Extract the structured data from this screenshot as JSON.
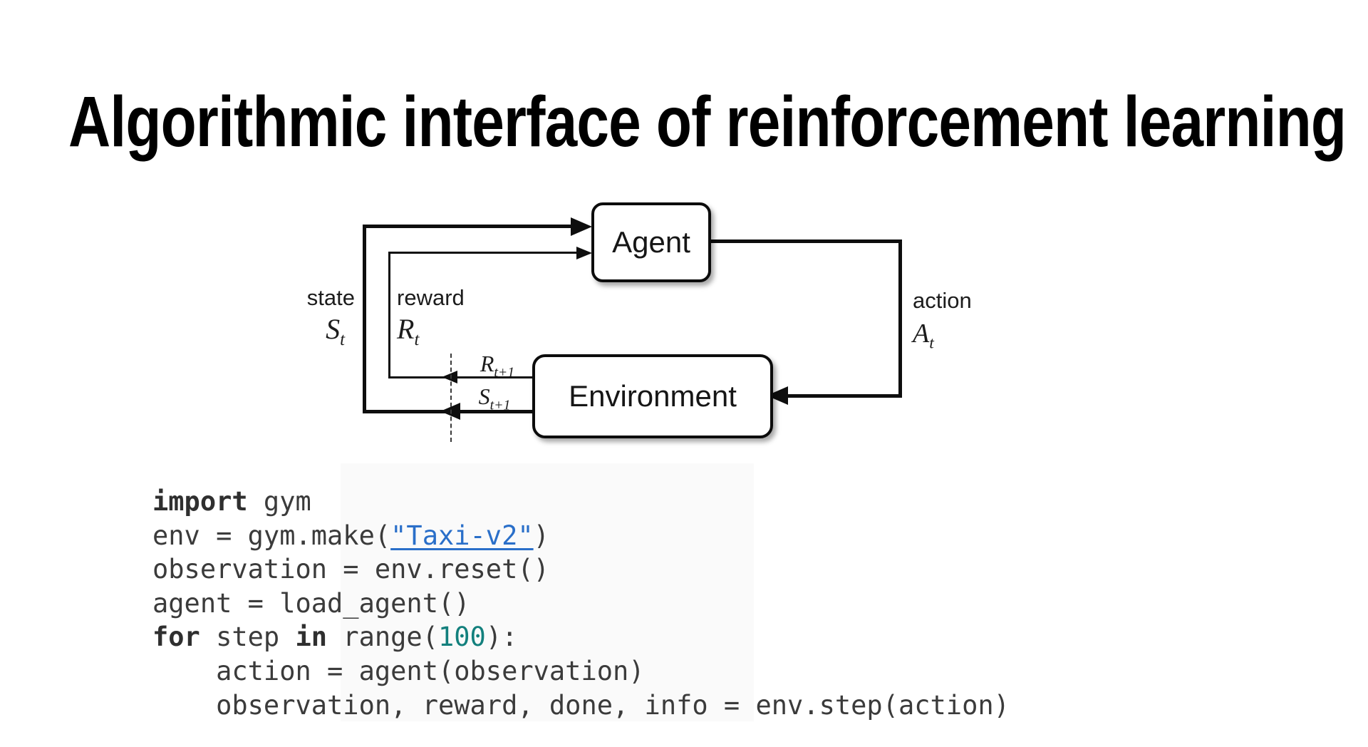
{
  "title": "Algorithmic interface of reinforcement learning",
  "diagram": {
    "agent_label": "Agent",
    "environment_label": "Environment",
    "state_label": "state",
    "reward_label": "reward",
    "action_label": "action",
    "state_symbol": {
      "base": "S",
      "sub": "t"
    },
    "reward_symbol": {
      "base": "R",
      "sub": "t"
    },
    "action_symbol": {
      "base": "A",
      "sub": "t"
    },
    "next_reward_symbol": {
      "base": "R",
      "sub": "t+1"
    },
    "next_state_symbol": {
      "base": "S",
      "sub": "t+1"
    }
  },
  "code": {
    "lines": [
      {
        "segments": [
          {
            "text": "import"
          },
          {
            "text": " gym"
          }
        ]
      },
      {
        "segments": [
          {
            "text": "env = gym.make("
          },
          {
            "text": "\"Taxi-v2\""
          },
          {
            "text": ")"
          }
        ]
      },
      {
        "segments": [
          {
            "text": "observation = env.reset()"
          }
        ]
      },
      {
        "segments": [
          {
            "text": "agent = load_agent()"
          }
        ]
      },
      {
        "segments": [
          {
            "text": "for"
          },
          {
            "text": " step "
          },
          {
            "text": "in"
          },
          {
            "text": " range("
          },
          {
            "text": "100"
          },
          {
            "text": "):"
          }
        ]
      },
      {
        "segments": [
          {
            "text": "    action = agent(observation)"
          }
        ]
      },
      {
        "segments": [
          {
            "text": "    observation, reward, done, info = env.step(action)"
          }
        ]
      }
    ]
  },
  "colors": {
    "link_blue": "#2a6fc9",
    "number_teal": "#13807d",
    "code_text": "#3b3b3b",
    "diagram_line": "#0e0e0e"
  }
}
